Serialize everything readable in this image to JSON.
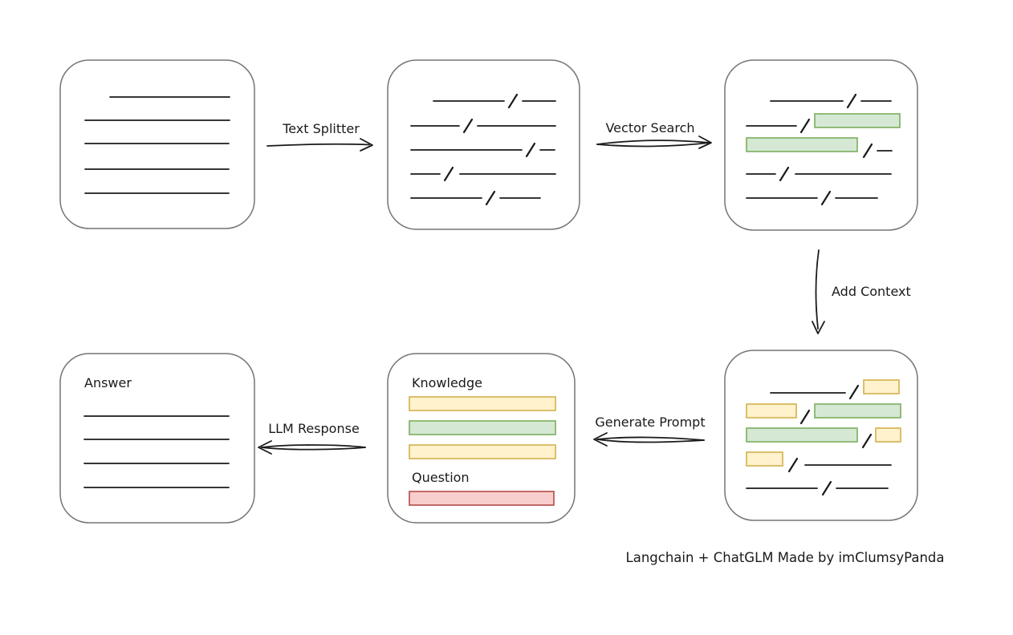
{
  "edges": {
    "text_splitter": {
      "label": "Text Splitter",
      "direction": "right"
    },
    "vector_search": {
      "label": "Vector Search",
      "direction": "right"
    },
    "add_context": {
      "label": "Add Context",
      "direction": "down"
    },
    "generate_prompt": {
      "label": "Generate Prompt",
      "direction": "left"
    },
    "llm_response": {
      "label": "LLM Response",
      "direction": "left"
    }
  },
  "prompt_box": {
    "knowledge_label": "Knowledge",
    "question_label": "Question"
  },
  "answer_box": {
    "label": "Answer"
  },
  "caption": "Langchain + ChatGLM Made by imClumsyPanda",
  "colors": {
    "highlight_green_fill": "#d5e8d4",
    "highlight_green_border": "#82b366",
    "highlight_yellow_fill": "#fff2cc",
    "highlight_yellow_border": "#d6b656",
    "highlight_red_fill": "#f8cecc",
    "highlight_red_border": "#b85450",
    "node_border": "#757575",
    "ink": "#1a1a1a"
  }
}
